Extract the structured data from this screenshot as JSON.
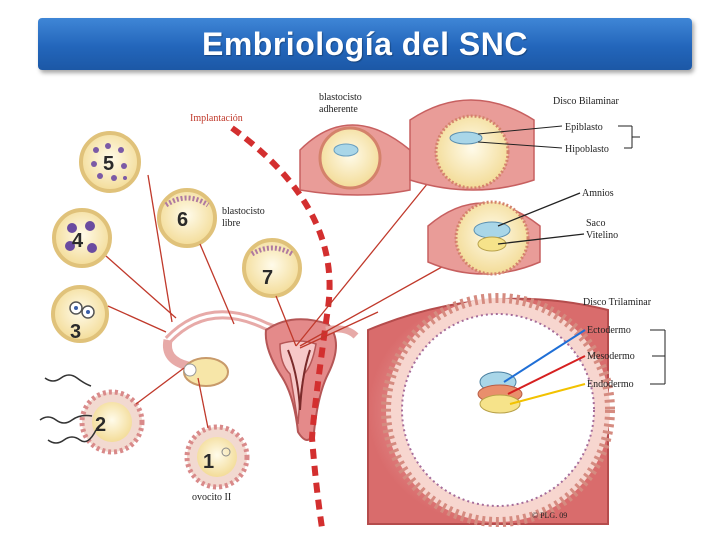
{
  "title": "Embriología del SNC",
  "colors": {
    "banner": "#2366bb",
    "tissue": "#e79a95",
    "tissue_dark": "#c85c5c",
    "arrow": "#c0392b",
    "cell_fill": "#f7e7b0",
    "ectoderm": "#1f6fd6",
    "mesoderm": "#d62020",
    "endoderm": "#f2c200"
  },
  "labels": {
    "implantacion": "Implantación",
    "blastocisto_adherente_1": "blastocisto",
    "blastocisto_adherente_2": "adherente",
    "blastocisto_libre_1": "blastocisto",
    "blastocisto_libre_2": "libre",
    "ovocito": "ovocito II",
    "disco_bilaminar": "Disco Bilaminar",
    "epiblasto": "Epiblasto",
    "hipoblasto": "Hipoblasto",
    "amnios": "Amnios",
    "saco_1": "Saco",
    "saco_2": "Vitelino",
    "disco_trilaminar": "Disco Trilaminar",
    "ectodermo": "Ectodermo",
    "mesodermo": "Mesodermo",
    "endodermo": "Endodermo",
    "credit": "© PLG. 09"
  },
  "stages": [
    "1",
    "2",
    "3",
    "4",
    "5",
    "6",
    "7"
  ]
}
